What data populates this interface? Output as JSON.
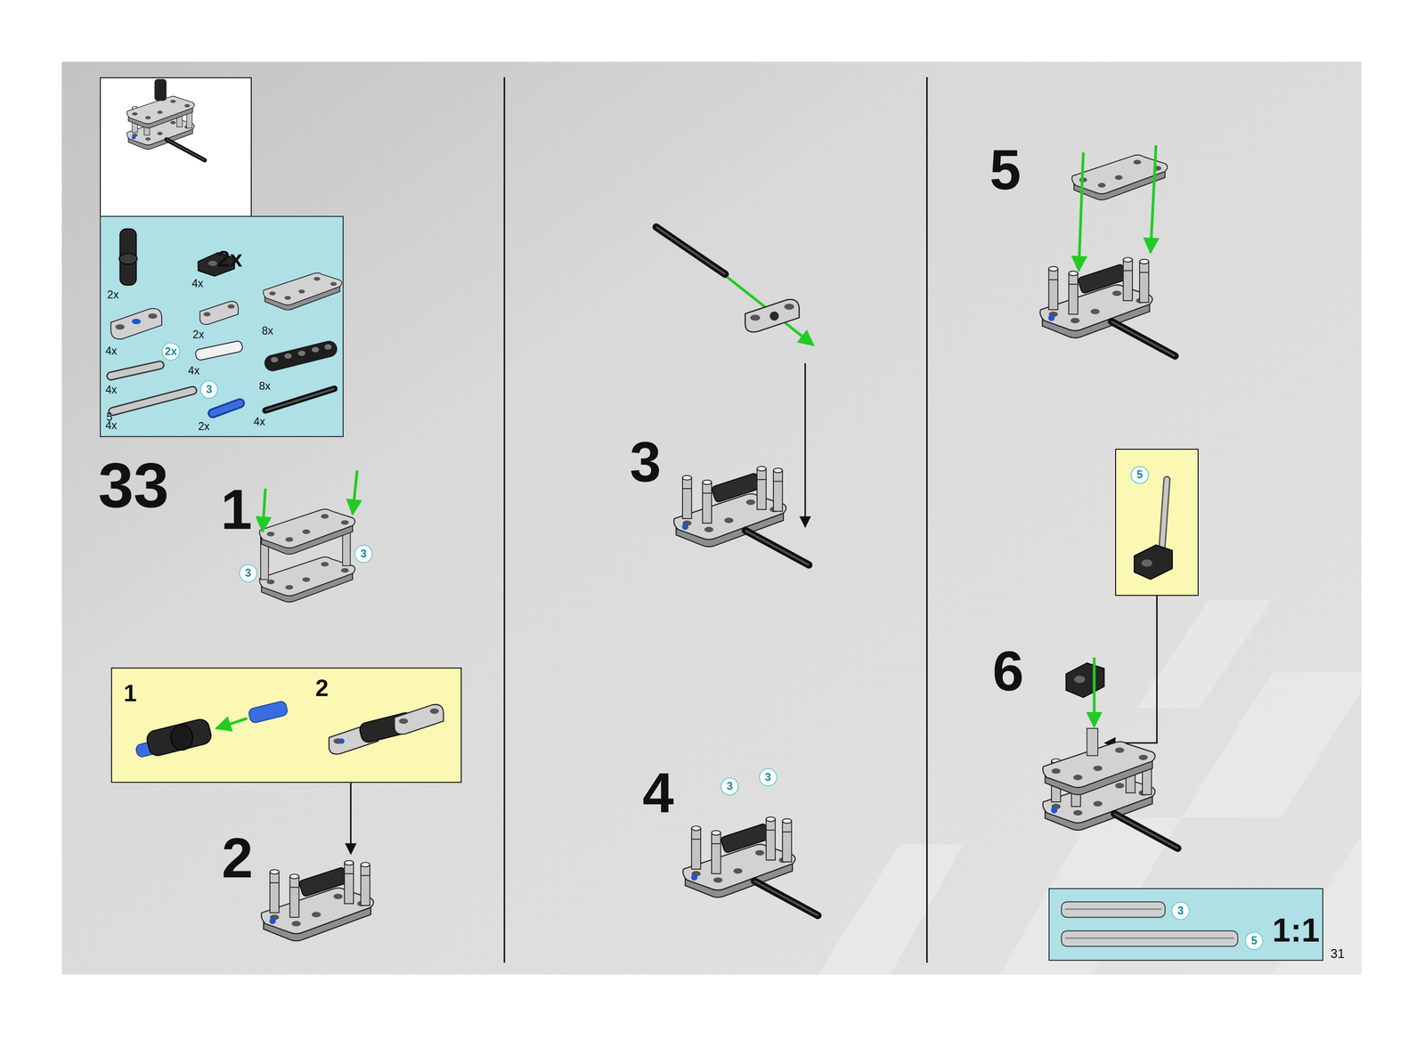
{
  "diagram": {
    "nodes": [
      {
        "text": [
          "2x"
        ]
      },
      {
        "text": [
          "2x",
          "4x",
          "4x",
          "2x",
          "8x",
          "4x",
          "4x",
          "8x",
          "4x",
          "2x",
          "4x",
          "2x",
          "3",
          "5"
        ]
      },
      {
        "text": [
          "1",
          "2"
        ]
      },
      {
        "text": [
          "5"
        ]
      },
      {
        "text": [
          "3",
          "5",
          "1:1"
        ]
      }
    ],
    "labels": [
      "33",
      "1",
      "3",
      "3",
      "2",
      "3",
      "4",
      "3",
      "3",
      "5",
      "6",
      "31"
    ]
  }
}
